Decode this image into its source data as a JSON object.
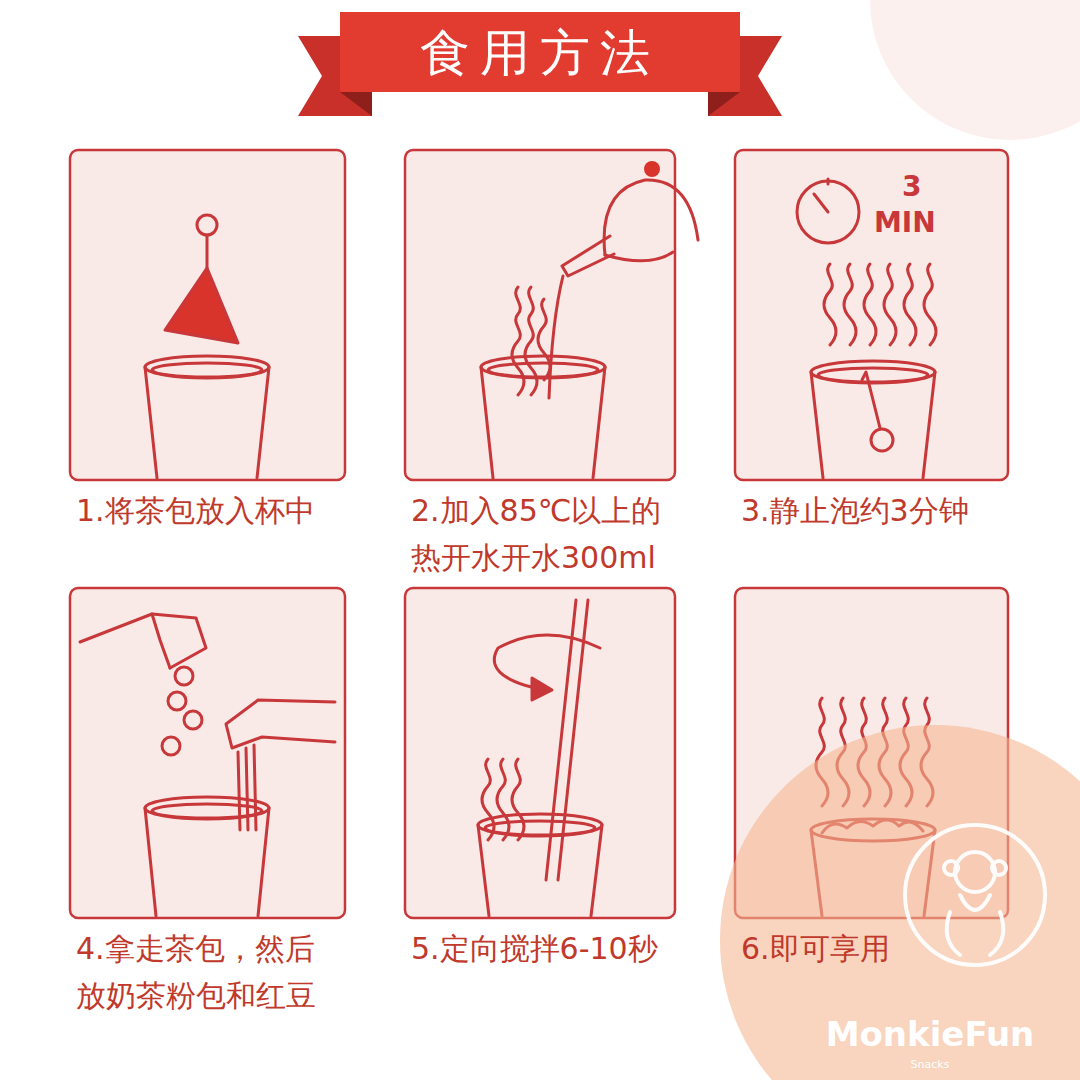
{
  "diagram": {
    "title": "食用方法",
    "nodes": [
      {
        "text": [
          "1.将茶包放入杯中"
        ]
      },
      {
        "text": [
          "2.加入85℃以上的 热开水开水300ml"
        ]
      },
      {
        "text": [
          "3.静止泡约3分钟"
        ]
      },
      {
        "text": [
          "4.拿走茶包，然后 放奶茶粉包和红豆"
        ]
      },
      {
        "text": [
          "5.定向搅拌6-10秒"
        ]
      },
      {
        "text": [
          "6.即可享用"
        ]
      }
    ],
    "labels": [
      "3",
      "MIN",
      "MonkieFun",
      "Snacks"
    ]
  }
}
